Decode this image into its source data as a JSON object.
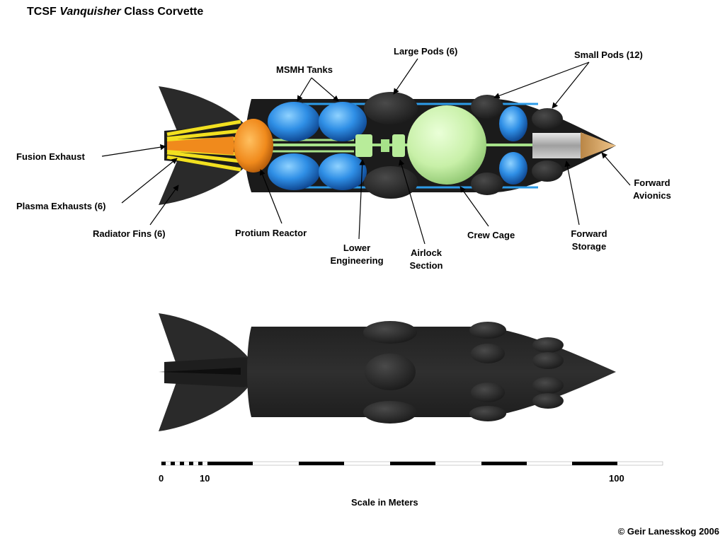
{
  "title": {
    "prefix": "TCSF",
    "name": "Vanquisher",
    "suffix": "Class Corvette"
  },
  "labels": {
    "large_pods": "Large Pods (6)",
    "small_pods": "Small Pods (12)",
    "msmh_tanks": "MSMH Tanks",
    "fusion_exhaust": "Fusion Exhaust",
    "plasma_exhausts": "Plasma Exhausts (6)",
    "radiator_fins": "Radiator Fins (6)",
    "protium_reactor": "Protium Reactor",
    "lower_engineering_1": "Lower",
    "lower_engineering_2": "Engineering",
    "airlock_1": "Airlock",
    "airlock_2": "Section",
    "crew_cage": "Crew Cage",
    "forward_storage_1": "Forward",
    "forward_storage_2": "Storage",
    "forward_avionics_1": "Forward",
    "forward_avionics_2": "Avionics"
  },
  "scale": {
    "tick_0": "0",
    "tick_10": "10",
    "tick_100": "100",
    "caption": "Scale in Meters"
  },
  "copyright": "© Geir Lanesskog 2006",
  "colors": {
    "hull": "#2b2b2b",
    "tank_blue": "#2f8fe6",
    "reactor_orange": "#f08a1c",
    "crew_green": "#c8f0a8",
    "exhaust_yellow": "#f2e020",
    "nose_tan": "#d9a565",
    "storage_grey": "#b8b8b8"
  }
}
